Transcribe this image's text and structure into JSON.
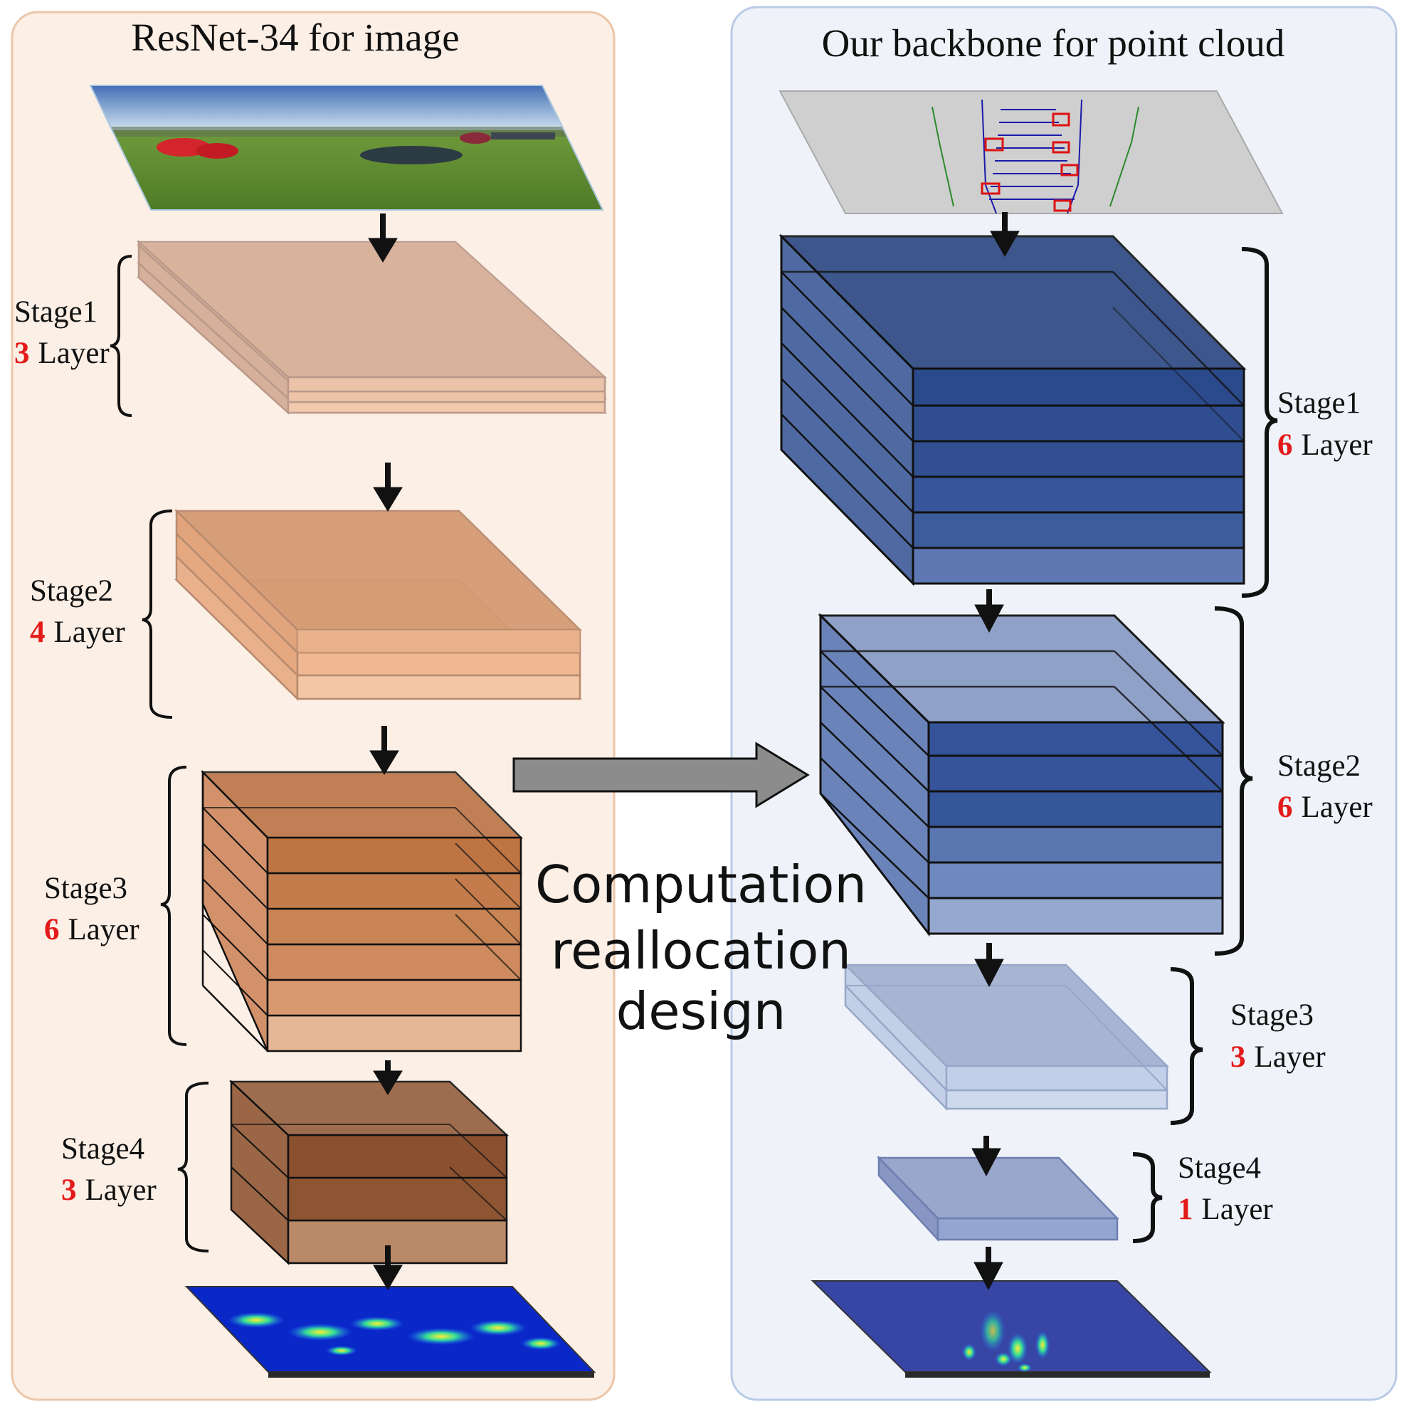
{
  "left_panel": {
    "title": "ResNet-34 for image",
    "stages": [
      {
        "name": "Stage1",
        "count": "3",
        "unit": "Layer"
      },
      {
        "name": "Stage2",
        "count": "4",
        "unit": "Layer"
      },
      {
        "name": "Stage3",
        "count": "6",
        "unit": "Layer"
      },
      {
        "name": "Stage4",
        "count": "3",
        "unit": "Layer"
      }
    ]
  },
  "right_panel": {
    "title": "Our backbone for point cloud",
    "stages": [
      {
        "name": "Stage1",
        "count": "6",
        "unit": "Layer"
      },
      {
        "name": "Stage2",
        "count": "6",
        "unit": "Layer"
      },
      {
        "name": "Stage3",
        "count": "3",
        "unit": "Layer"
      },
      {
        "name": "Stage4",
        "count": "1",
        "unit": "Layer"
      }
    ]
  },
  "center_label": [
    "Computation",
    "reallocation",
    "design"
  ],
  "colors": {
    "left_panel_bg": "#fbefe6",
    "left_panel_border": "#ecc6a8",
    "right_panel_bg": "#eff3f9",
    "right_panel_border": "#b9cbe6",
    "count_red": "#e41a1a",
    "reallocation_arrow": "#8c8c8c"
  }
}
